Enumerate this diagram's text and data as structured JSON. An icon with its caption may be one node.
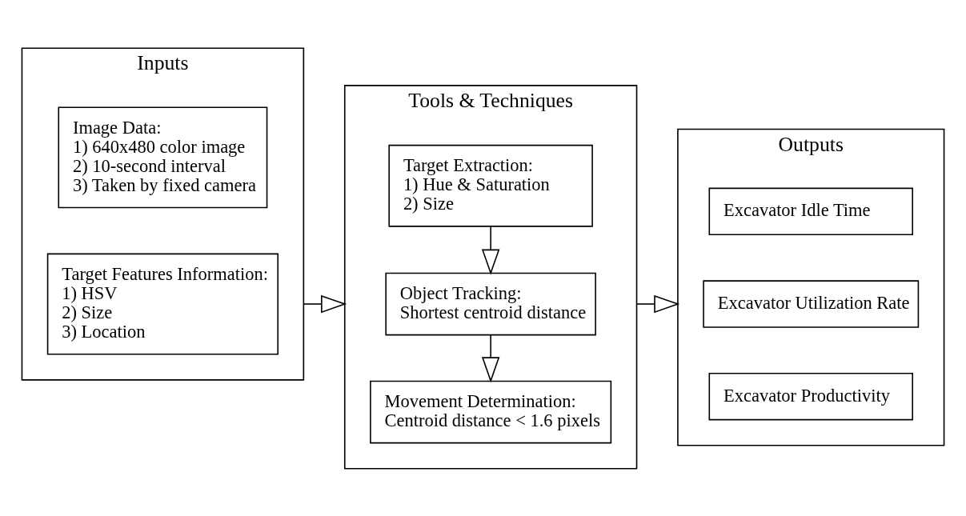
{
  "diagram": {
    "nodes": [
      {
        "text": [
          "Inputs"
        ]
      },
      {
        "text": [
          "Image Data:",
          "1) 640x480 color image",
          "2) 10-second interval",
          "3) Taken by fixed camera"
        ],
        "in": 0
      },
      {
        "text": [
          "Target Features Information:",
          "1) HSV",
          "2) Size",
          "3) Location"
        ],
        "in": 0
      },
      {
        "text": [
          "Tools & Techniques"
        ]
      },
      {
        "text": [
          "Target Extraction:",
          "1) Hue & Saturation",
          "2) Size"
        ],
        "in": 3
      },
      {
        "text": [
          "Object Tracking:",
          "Shortest centroid distance"
        ],
        "in": 3
      },
      {
        "text": [
          "Movement Determination:",
          "Centroid distance < 1.6 pixels"
        ],
        "in": 3
      },
      {
        "text": [
          "Outputs"
        ]
      },
      {
        "text": [
          "Excavator Idle Time"
        ],
        "in": 7
      },
      {
        "text": [
          "Excavator Utilization Rate"
        ],
        "in": 7
      },
      {
        "text": [
          "Excavator Productivity"
        ],
        "in": 7
      }
    ],
    "edges": [
      {
        "from": 0,
        "to": 3,
        "arrow": "to"
      },
      {
        "from": 3,
        "to": 7,
        "arrow": "to"
      },
      {
        "from": 4,
        "to": 5,
        "arrow": "to"
      },
      {
        "from": 5,
        "to": 6,
        "arrow": "to"
      }
    ]
  }
}
